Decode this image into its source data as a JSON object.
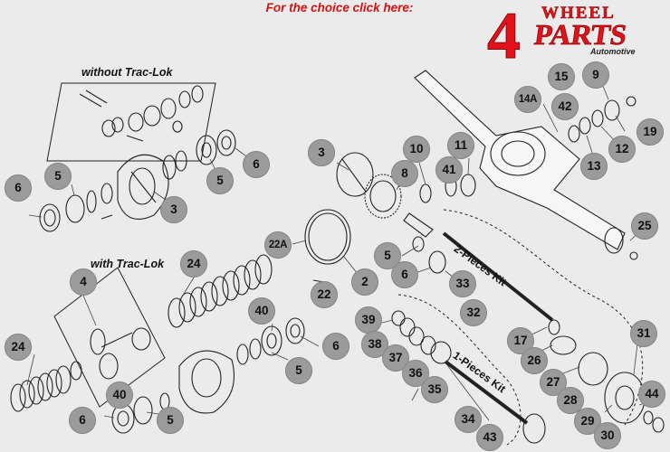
{
  "header": {
    "choice_link": "For the choice click here:",
    "logo": {
      "big": "4",
      "word1": "WHEEL",
      "word2": "PARTS",
      "sub": "Automotive",
      "color": "#e3111a"
    }
  },
  "captions": {
    "without_traclok": "without Trac-Lok",
    "with_traclok": "with Trac-Lok",
    "kit_two": "2-Pieces Kit",
    "kit_one": "1-Pieces Kit"
  },
  "callouts": [
    "3",
    "5",
    "6",
    "6",
    "5",
    "3",
    "3",
    "22A",
    "2",
    "22",
    "24",
    "4",
    "24",
    "40",
    "6",
    "5",
    "40",
    "6",
    "5",
    "8",
    "10",
    "41",
    "11",
    "5",
    "6",
    "33",
    "32",
    "39",
    "38",
    "37",
    "36",
    "35",
    "34",
    "43",
    "17",
    "26",
    "27",
    "28",
    "29",
    "30",
    "44",
    "31",
    "25",
    "9",
    "15",
    "14A",
    "42",
    "12",
    "13",
    "19"
  ],
  "colors": {
    "callout_bg": "#9b9b9b",
    "accent": "#d11414",
    "background": "#ebebeb"
  }
}
